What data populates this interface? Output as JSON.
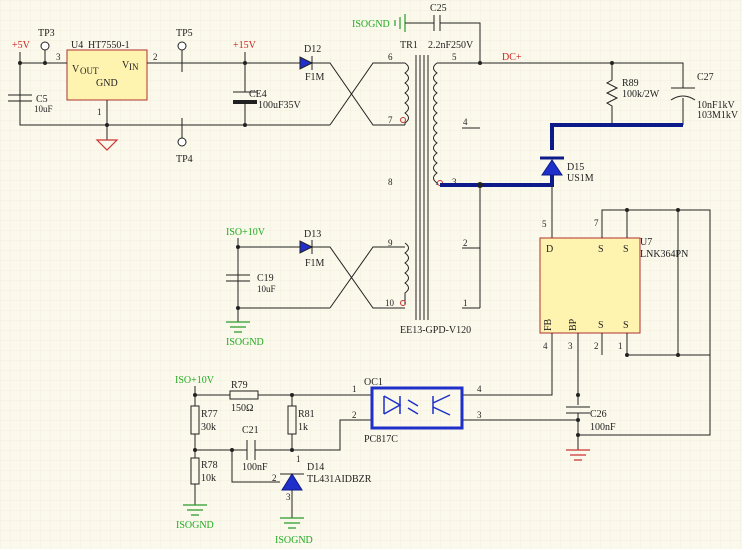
{
  "nets": {
    "p5v": "+5V",
    "p15v": "+15V",
    "isognd_top": "ISOGND",
    "dc_plus": "DC+",
    "iso10v_a": "ISO+10V",
    "isognd_a": "ISOGND",
    "iso10v_b": "ISO+10V",
    "isognd_b": "ISOGND",
    "isognd_c": "ISOGND"
  },
  "components": {
    "u4": {
      "ref": "U4",
      "value": "HT7550-1",
      "pin_out": "V",
      "pin_out_sub": "OUT",
      "pin_in": "V",
      "pin_in_sub": "IN",
      "pin_gnd": "GND",
      "p1": "1",
      "p2": "2",
      "p3": "3"
    },
    "tp3": {
      "ref": "TP3"
    },
    "tp5": {
      "ref": "TP5"
    },
    "tp4": {
      "ref": "TP4"
    },
    "c5": {
      "ref": "C5",
      "value": "10uF"
    },
    "ce4": {
      "ref": "CE4",
      "value": "100uF35V"
    },
    "d12": {
      "ref": "D12",
      "value": "F1M"
    },
    "d13": {
      "ref": "D13",
      "value": "F1M"
    },
    "c19": {
      "ref": "C19",
      "value": "10uF"
    },
    "c25": {
      "ref": "C25",
      "value": "2.2nF250V"
    },
    "tr1": {
      "ref": "TR1",
      "value": "EE13-GPD-V120",
      "p1": "1",
      "p2": "2",
      "p3": "3",
      "p4": "4",
      "p5": "5",
      "p6": "6",
      "p7": "7",
      "p8": "8",
      "p9": "9",
      "p10": "10"
    },
    "r89": {
      "ref": "R89",
      "value": "100k/2W"
    },
    "c27": {
      "ref": "C27",
      "value": "10nF1kV",
      "value2": "103M1kV"
    },
    "d15": {
      "ref": "D15",
      "value": "US1M"
    },
    "u7": {
      "ref": "U7",
      "value": "LNK364PN",
      "d": "D",
      "s1": "S",
      "s2": "S",
      "s3": "S",
      "s4": "S",
      "fb": "FB",
      "bp": "BP",
      "p1": "1",
      "p2": "2",
      "p3": "3",
      "p4": "4",
      "p5": "5",
      "p7": "7"
    },
    "oc1": {
      "ref": "OC1",
      "value": "PC817C",
      "p1": "1",
      "p2": "2",
      "p3": "3",
      "p4": "4"
    },
    "r79": {
      "ref": "R79",
      "value": "150Ω"
    },
    "r81": {
      "ref": "R81",
      "value": "1k"
    },
    "r77": {
      "ref": "R77",
      "value": "30k"
    },
    "r78": {
      "ref": "R78",
      "value": "10k"
    },
    "c21": {
      "ref": "C21",
      "value": "100nF"
    },
    "c26": {
      "ref": "C26",
      "value": "100nF"
    },
    "d14": {
      "ref": "D14",
      "value": "TL431AIDBZR",
      "p1": "1",
      "p2": "2",
      "p3": "3"
    }
  },
  "colors": {
    "background": "#fbf9ec",
    "wire": "#222222",
    "highlight": "#0d1a8a",
    "power_net": "#cc2222",
    "iso_net": "#22aa22"
  }
}
